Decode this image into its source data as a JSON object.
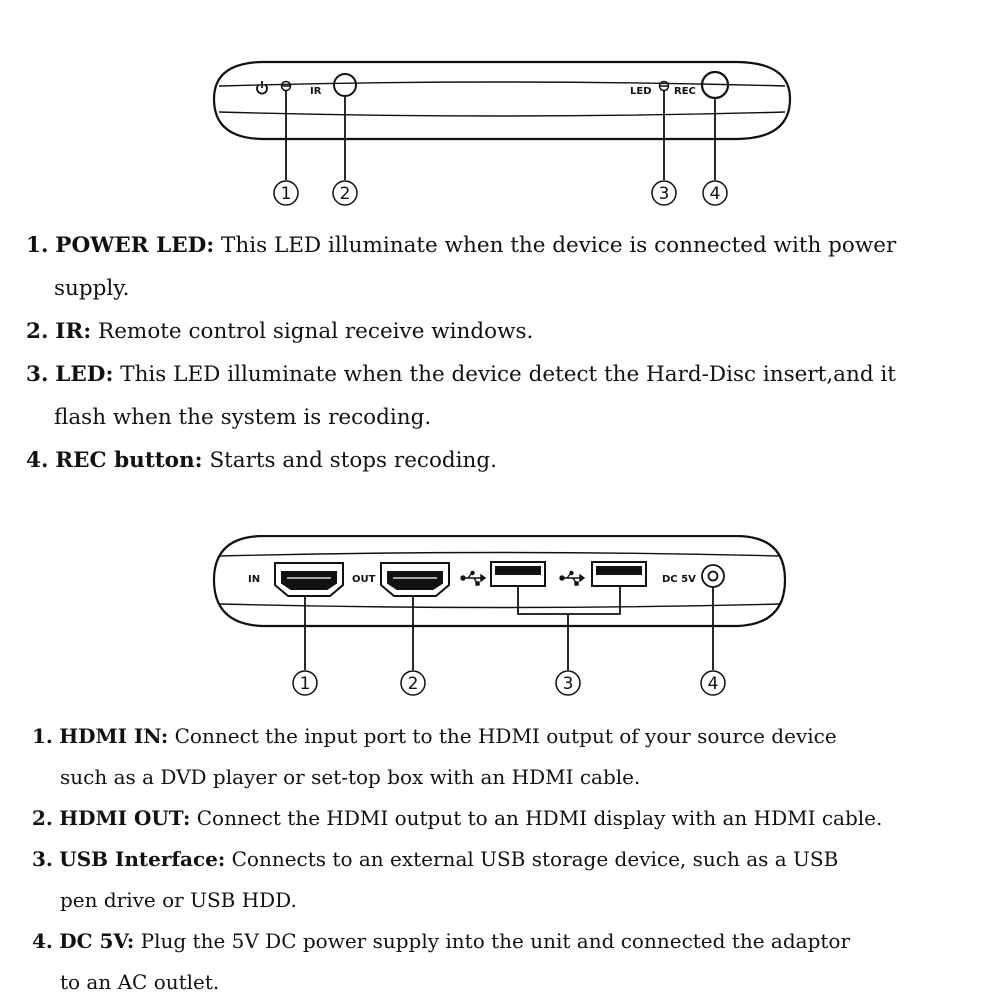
{
  "front_panel": {
    "labels": {
      "ir": "IR",
      "led": "LED",
      "rec": "REC"
    },
    "callouts": [
      "1",
      "2",
      "3",
      "4"
    ],
    "descriptions": [
      {
        "num": "1.",
        "term": "POWER LED:",
        "line1": "This LED illuminate when the device is connected with power",
        "line2": "supply."
      },
      {
        "num": "2.",
        "term": "IR:",
        "line1": "Remote control signal receive windows.",
        "line2": ""
      },
      {
        "num": "3.",
        "term": "LED:",
        "line1": "This LED illuminate when the device detect the Hard-Disc insert,and it",
        "line2": "flash when the system is recoding."
      },
      {
        "num": "4.",
        "term": "REC button:",
        "line1": "Starts and stops recoding.",
        "line2": ""
      }
    ]
  },
  "back_panel": {
    "labels": {
      "in": "IN",
      "out": "OUT",
      "dc": "DC 5V"
    },
    "callouts": [
      "1",
      "2",
      "3",
      "4"
    ],
    "descriptions": [
      {
        "num": "1.",
        "term": "HDMI IN:",
        "line1": "Connect the input port to the HDMI output of your source device",
        "line2": "such as a DVD player or set-top box with an HDMI cable."
      },
      {
        "num": "2.",
        "term": "HDMI OUT:",
        "line1": "Connect the HDMI output to an HDMI display with an HDMI cable.",
        "line2": ""
      },
      {
        "num": "3.",
        "term": "USB Interface:",
        "line1": "Connects to an external USB storage device, such as a USB",
        "line2": "pen drive or USB HDD."
      },
      {
        "num": "4.",
        "term": "DC 5V:",
        "line1": "Plug the 5V DC power supply into the unit and connected the adaptor",
        "line2": "to an AC outlet."
      }
    ]
  }
}
